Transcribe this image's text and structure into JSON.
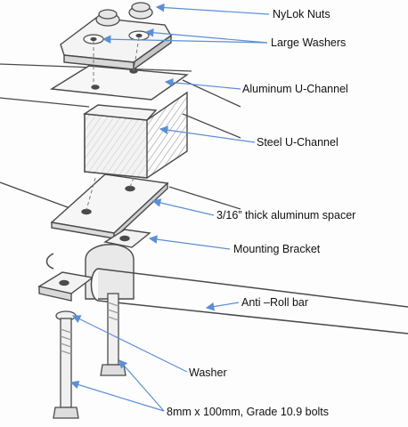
{
  "colors": {
    "pencil": "#4a4a4a",
    "shade": "#9a9a9a",
    "arrow": "#5b8fd6",
    "text": "#111111"
  },
  "labels": {
    "nylok_nuts": "NyLok Nuts",
    "large_washers": "Large Washers",
    "aluminum_u_channel": "Aluminum U-Channel",
    "steel_u_channel": "Steel U-Channel",
    "spacer": "3/16” thick aluminum spacer",
    "mounting_bracket": "Mounting Bracket",
    "anti_roll_bar": "Anti –Roll bar",
    "washer": "Washer",
    "bolts": "8mm x 100mm, Grade 10.9 bolts"
  }
}
